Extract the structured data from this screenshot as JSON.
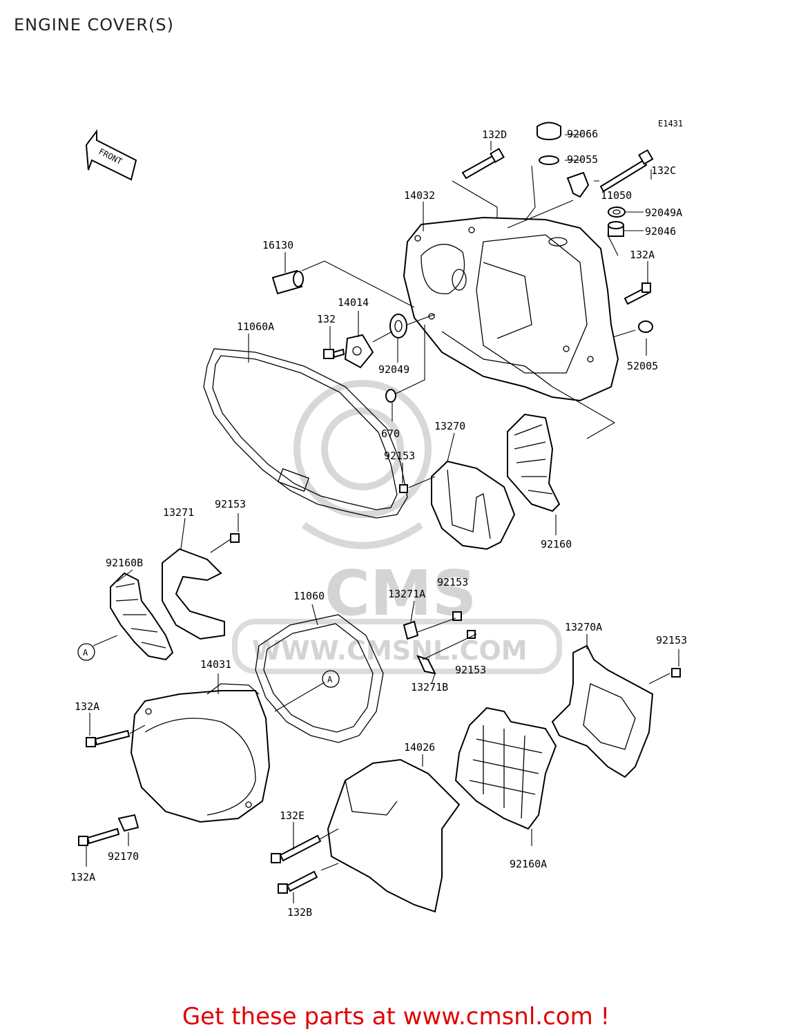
{
  "title": "ENGINE COVER(S)",
  "diagram_code": "E1431",
  "front_label": "FRONT",
  "watermark": {
    "brand": "CMS",
    "url": "WWW.CMSNL.COM"
  },
  "ref_marker": "A",
  "parts": {
    "p132D": "132D",
    "p92066": "92066",
    "p92055": "92055",
    "p132C": "132C",
    "p11050": "11050",
    "p92049A": "92049A",
    "p92046": "92046",
    "p14032": "14032",
    "p16130": "16130",
    "p132A_top": "132A",
    "p14014": "14014",
    "p132": "132",
    "p11060A": "11060A",
    "p92049": "92049",
    "p52005": "52005",
    "p670": "670",
    "p13270": "13270",
    "p92153_a": "92153",
    "p13271": "13271",
    "p92153_b": "92153",
    "p92160": "92160",
    "p92160B": "92160B",
    "p92153_c": "92153",
    "p11060": "11060",
    "p13271A": "13271A",
    "p13270A": "13270A",
    "p92153_d": "92153",
    "p92153_e": "92153",
    "p14031": "14031",
    "p13271B": "13271B",
    "p132A_mid": "132A",
    "p14026": "14026",
    "p132E": "132E",
    "p92170": "92170",
    "p92160A": "92160A",
    "p132A_bot": "132A",
    "p132B": "132B"
  },
  "footer": "Get these parts at www.cmsnl.com !"
}
